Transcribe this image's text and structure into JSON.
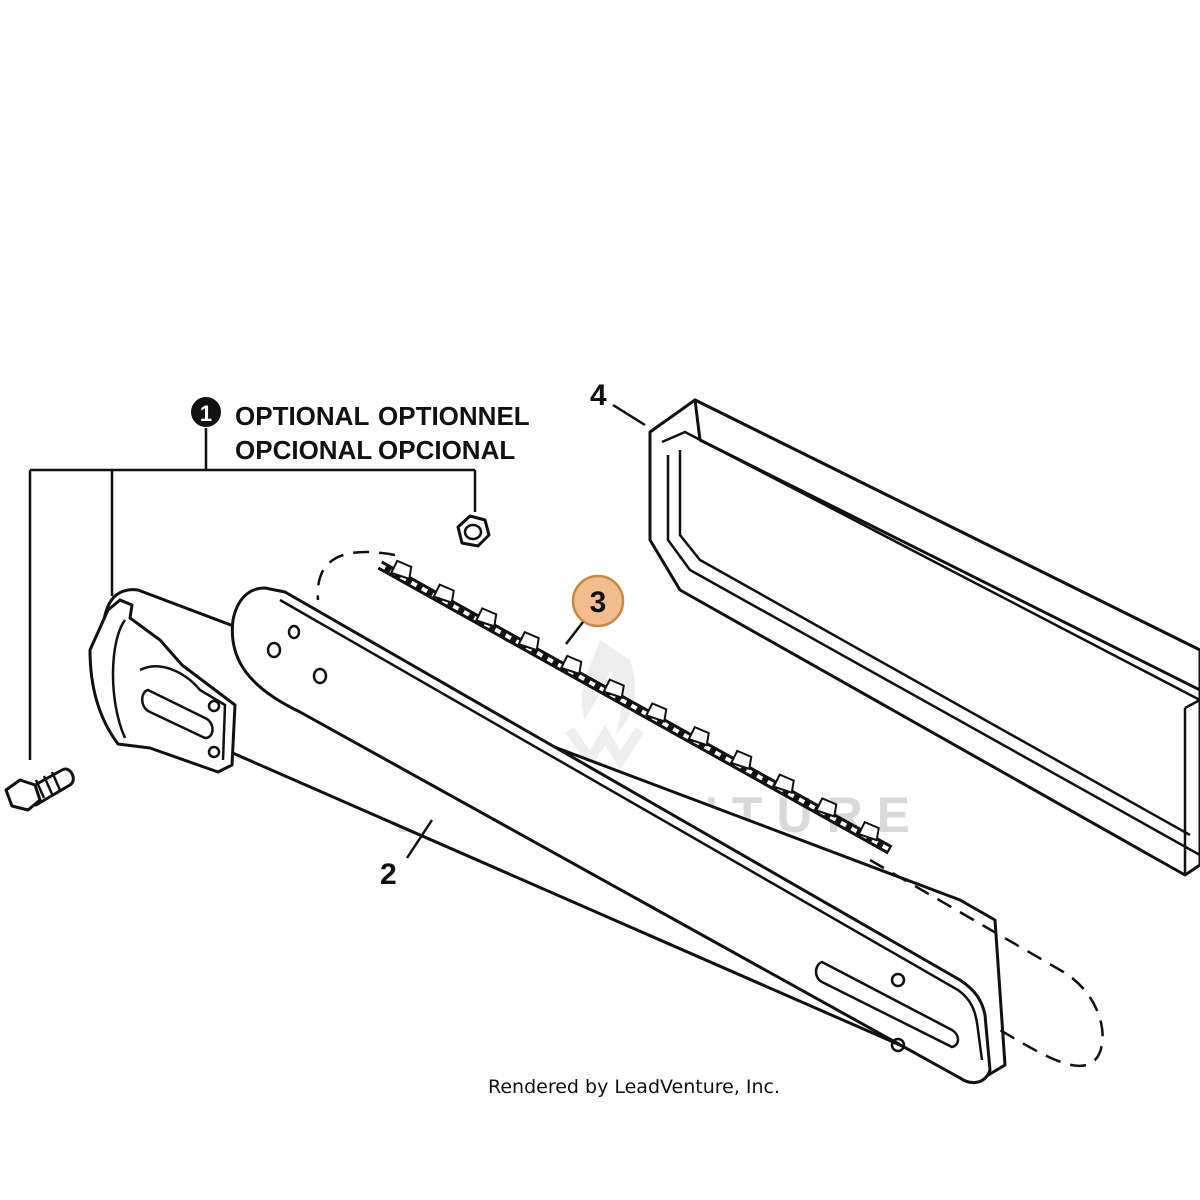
{
  "callouts": {
    "c1": "1",
    "c2": "2",
    "c3": "3",
    "c4": "4"
  },
  "optional_labels": {
    "en": "OPTIONAL",
    "fr": "OPTIONNEL",
    "es1": "OPCIONAL",
    "es2": "OPCIONAL"
  },
  "watermark": "LEADVENTURE",
  "credit": "Rendered by LeadVenture, Inc.",
  "colors": {
    "highlight_fill": "#f2bd8c",
    "highlight_stroke": "#c98744",
    "line": "#111111",
    "watermark": "#d9d9d9"
  }
}
